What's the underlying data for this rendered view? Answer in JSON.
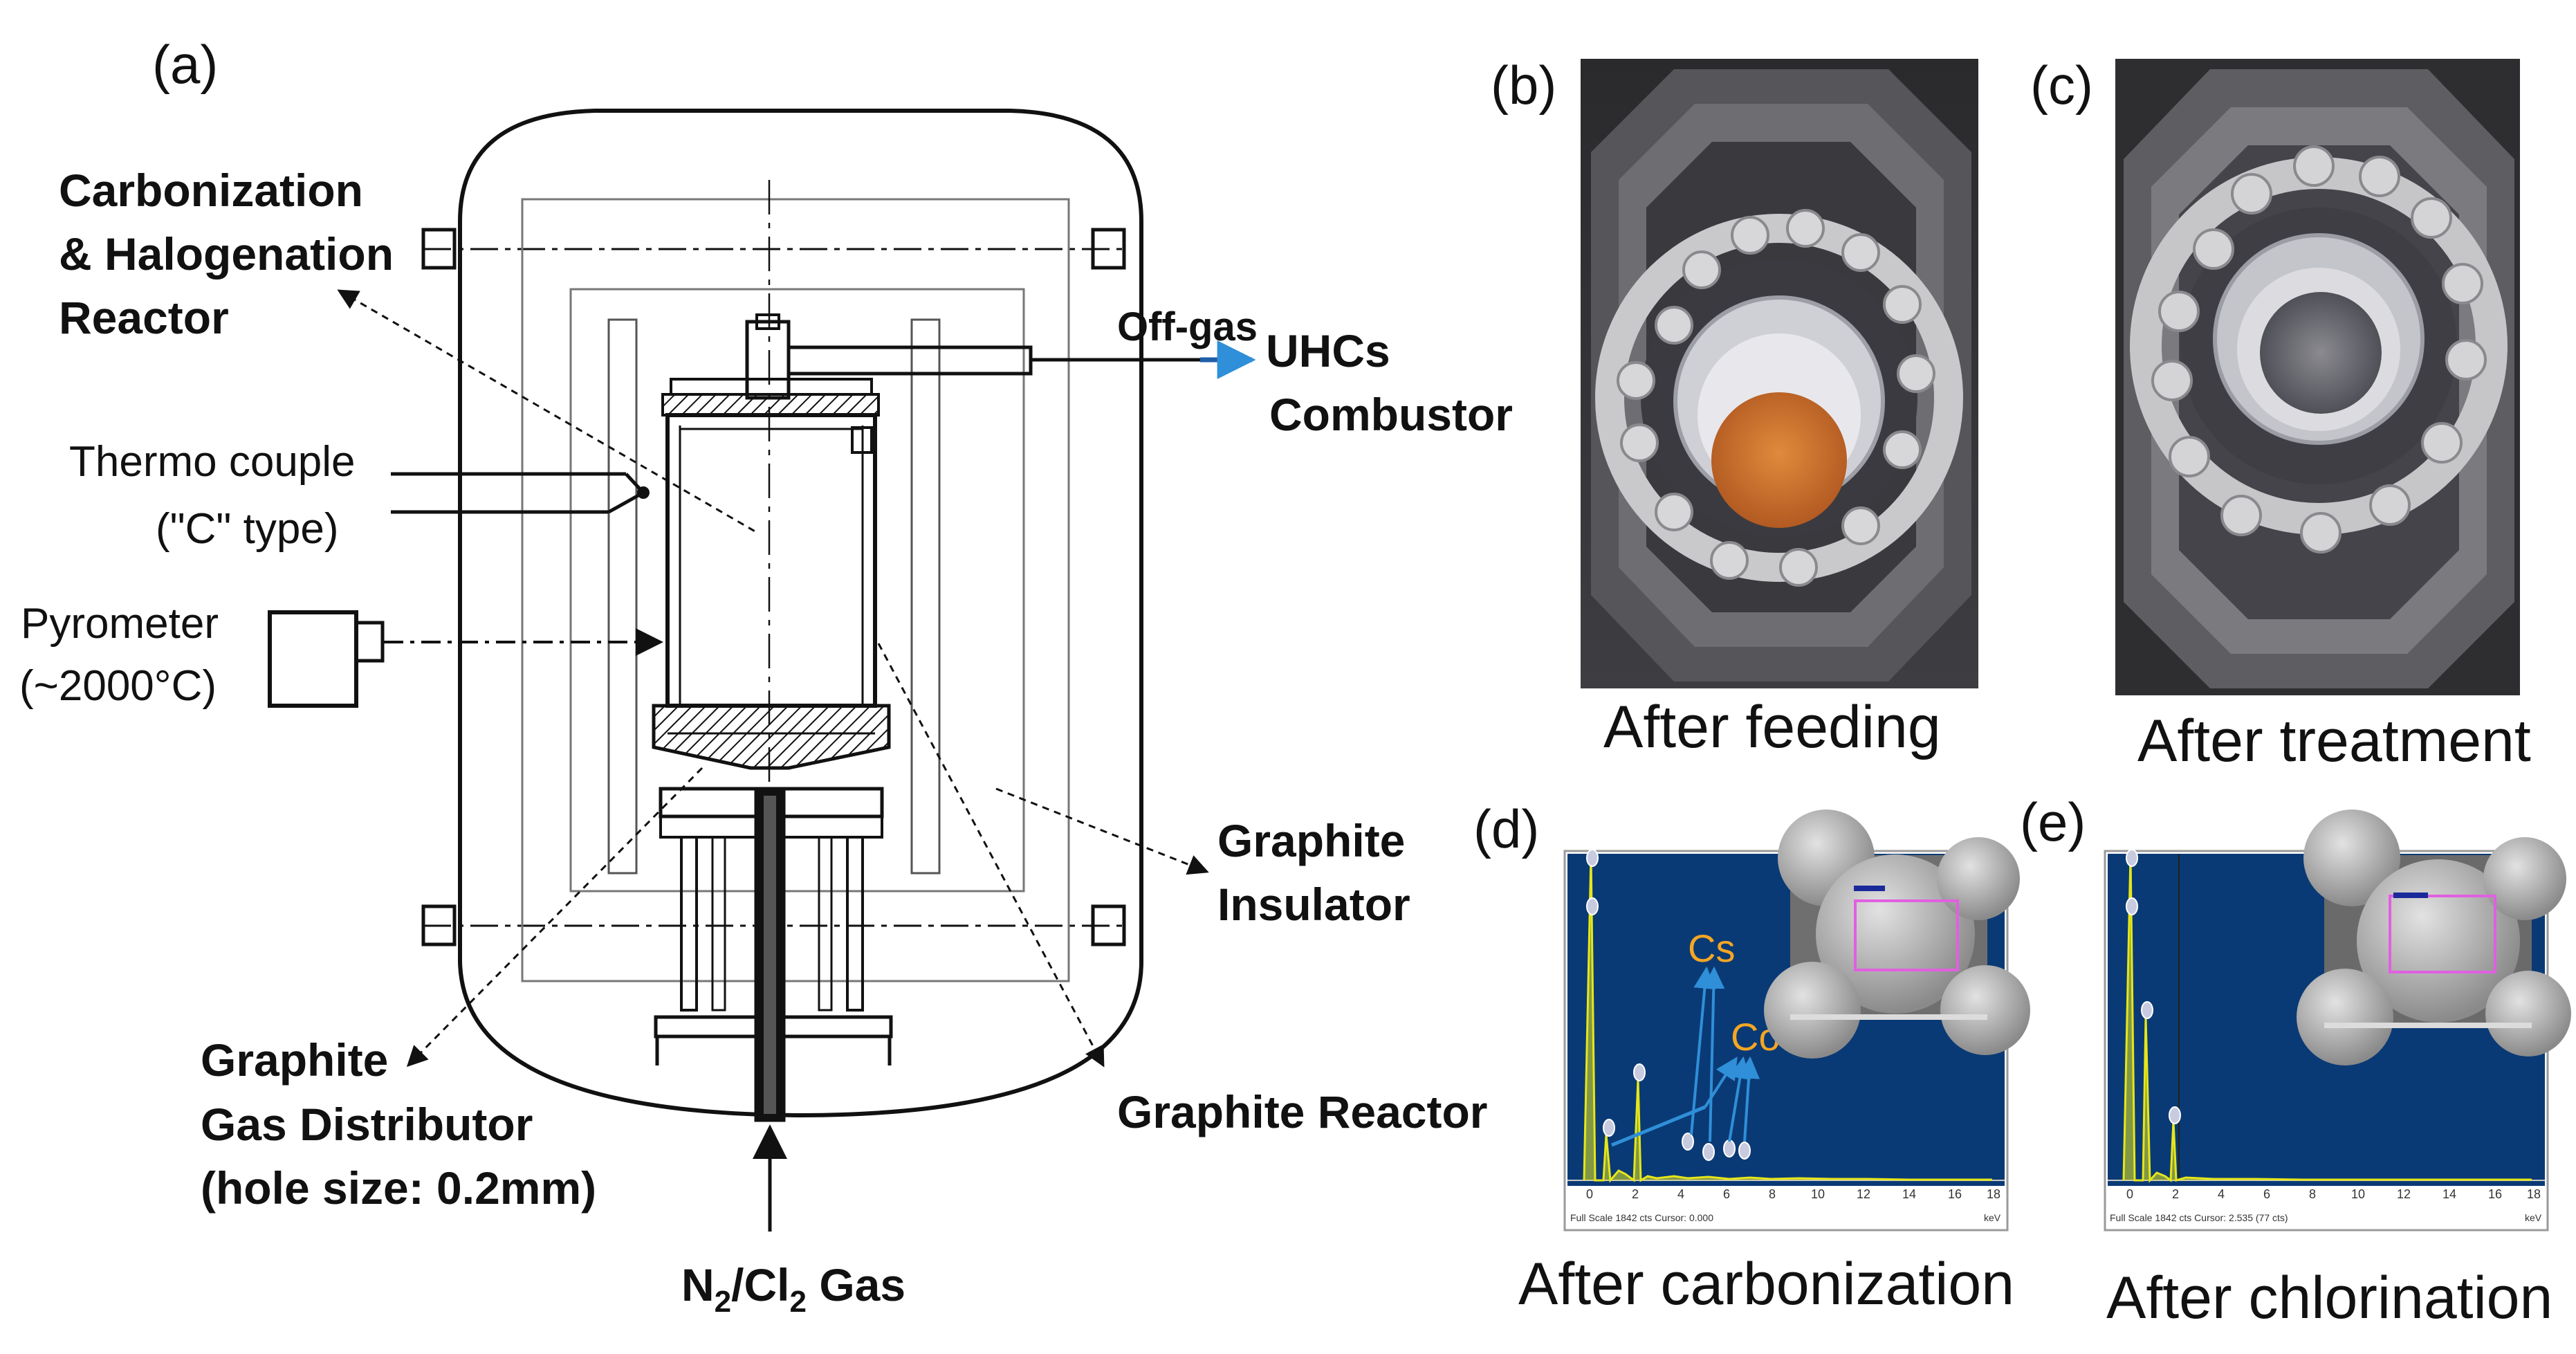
{
  "panels": {
    "a": {
      "tag": "(a)",
      "labels": {
        "reactor_line1": "Carbonization",
        "reactor_line2": "& Halogenation",
        "reactor_line3": "Reactor",
        "offgas": "Off-gas",
        "uhcs_line1": "UHCs",
        "uhcs_line2": "Combustor",
        "thermo_line1": "Thermo couple",
        "thermo_line2": "(\"C\" type)",
        "pyro_line1": "Pyrometer",
        "pyro_line2": "(~2000°C)",
        "insulator_line1": "Graphite",
        "insulator_line2": "Insulator",
        "distributor_line1": "Graphite",
        "distributor_line2": "Gas Distributor",
        "distributor_line3": "(hole size: 0.2mm)",
        "graphite_reactor": "Graphite Reactor",
        "gas_n": "N",
        "gas_sub1": "2",
        "gas_slash": "/Cl",
        "gas_sub2": "2",
        "gas_rest": " Gas"
      }
    },
    "b": {
      "tag": "(b)",
      "caption": "After feeding"
    },
    "c": {
      "tag": "(c)",
      "caption": "After treatment"
    },
    "d": {
      "tag": "(d)",
      "caption": "After carbonization",
      "peak_labels": [
        "Cs",
        "Co"
      ],
      "axis_ticks": [
        "0",
        "2",
        "4",
        "6",
        "8",
        "10",
        "12",
        "14",
        "16",
        "18"
      ],
      "footer": "Full Scale 1842 cts Cursor: 0.000",
      "unit": "keV"
    },
    "e": {
      "tag": "(e)",
      "caption": "After chlorination",
      "axis_ticks": [
        "0",
        "2",
        "4",
        "6",
        "8",
        "10",
        "12",
        "14",
        "16",
        "18"
      ],
      "footer": "Full Scale 1842 cts Cursor: 2.535  (77 cts)",
      "unit": "keV"
    }
  },
  "colors": {
    "line": "#111111",
    "spectrum_bg": "#0a3a75",
    "spectrum_trace": "#e6e61a",
    "peak_label": "#f5a623",
    "arrow_blue": "#2f8fd8",
    "roi_box": "#e060e0",
    "feed_powder": "#c8692a"
  }
}
